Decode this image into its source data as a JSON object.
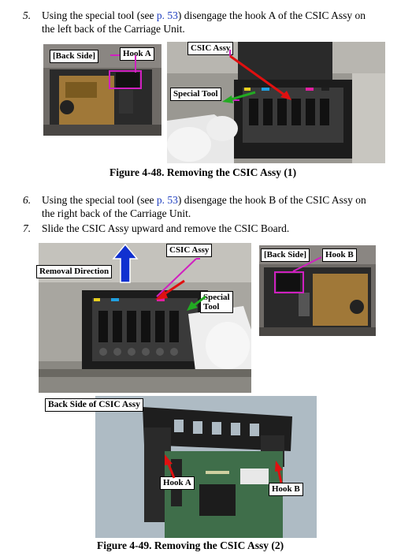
{
  "steps": [
    {
      "num": "5.",
      "line1_pre": "Using the special tool (see ",
      "line1_link": "p. 53",
      "line1_post": ") disengage the hook A of the CSIC Assy on",
      "line2": "the left back of the Carriage Unit."
    },
    {
      "num": "6.",
      "line1_pre": "Using the special tool (see ",
      "line1_link": "p. 53",
      "line1_post": ") disengage the hook B of the CSIC Assy on",
      "line2": "the right back of the Carriage Unit."
    },
    {
      "num": "7.",
      "line1": "Slide the CSIC Assy upward and remove the CSIC Board."
    }
  ],
  "figure1": {
    "caption": "Figure 4-48.  Removing the CSIC Assy (1)",
    "labels": {
      "back_side": "[Back Side]",
      "hook_a": "Hook A",
      "csic_assy": "CSIC Assy",
      "special_tool": "Special Tool"
    }
  },
  "figure2": {
    "caption": "Figure 4-49.  Removing the CSIC Assy (2)",
    "labels": {
      "removal_direction": "Removal Direction",
      "csic_assy": "CSIC Assy",
      "special_tool_l1": "Special",
      "special_tool_l2": "Tool",
      "back_side": "[Back Side]",
      "hook_b": "Hook B",
      "back_side_csic": "Back Side of CSIC Assy",
      "hook_a": "Hook A",
      "hook_b2": "Hook B"
    }
  },
  "colors": {
    "link": "#1f3fbf",
    "magenta_line": "#d020c0",
    "red_arrow": "#e01010",
    "green_arrow": "#22aa22",
    "blue_arrow": "#1030d0"
  }
}
